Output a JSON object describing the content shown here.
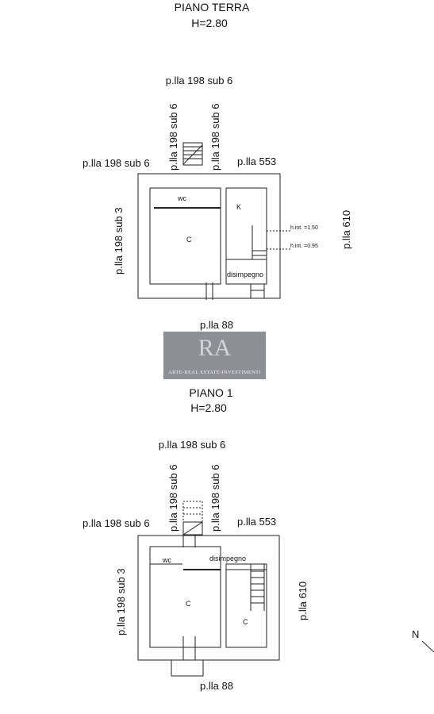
{
  "floors": [
    {
      "title": "PIANO TERRA",
      "height": "H=2.80",
      "top_label": "p.lla 198 sub 6",
      "vertical_left_1": "p.lla 198 sub 6",
      "vertical_left_2": "p.lla 198 sub 6",
      "left_label": "p.lla 198 sub 6",
      "right_top_label": "p.lla 553",
      "side_left": "p.lla 198 sub 3",
      "side_right": "p.lla 610",
      "bottom_label": "p.lla 88",
      "rooms": {
        "wc": "wc",
        "c": "C",
        "k": "K",
        "dis": "disimpegno"
      },
      "heights": {
        "h1": "h.int. =1.50",
        "h2": "h.int. =0.95"
      }
    },
    {
      "title": "PIANO 1",
      "height": "H=2.80",
      "top_label": "p.lla 198 sub 6",
      "vertical_left_1": "p.lla 198 sub 6",
      "vertical_left_2": "p.lla 198 sub 6",
      "left_label": "p.lla 198 sub 6",
      "right_top_label": "p.lla 553",
      "side_left": "p.lla 198 sub 3",
      "side_right": "p.lla 610",
      "bottom_label": "p.lla 88",
      "rooms": {
        "wc": "wc",
        "dis": "disimpegno",
        "c1": "C",
        "c2": "C"
      }
    }
  ],
  "north": "N",
  "logo": {
    "mark": "RA",
    "tagline": "ARTE-REAL ESTATE-INVESTIMENTI"
  }
}
